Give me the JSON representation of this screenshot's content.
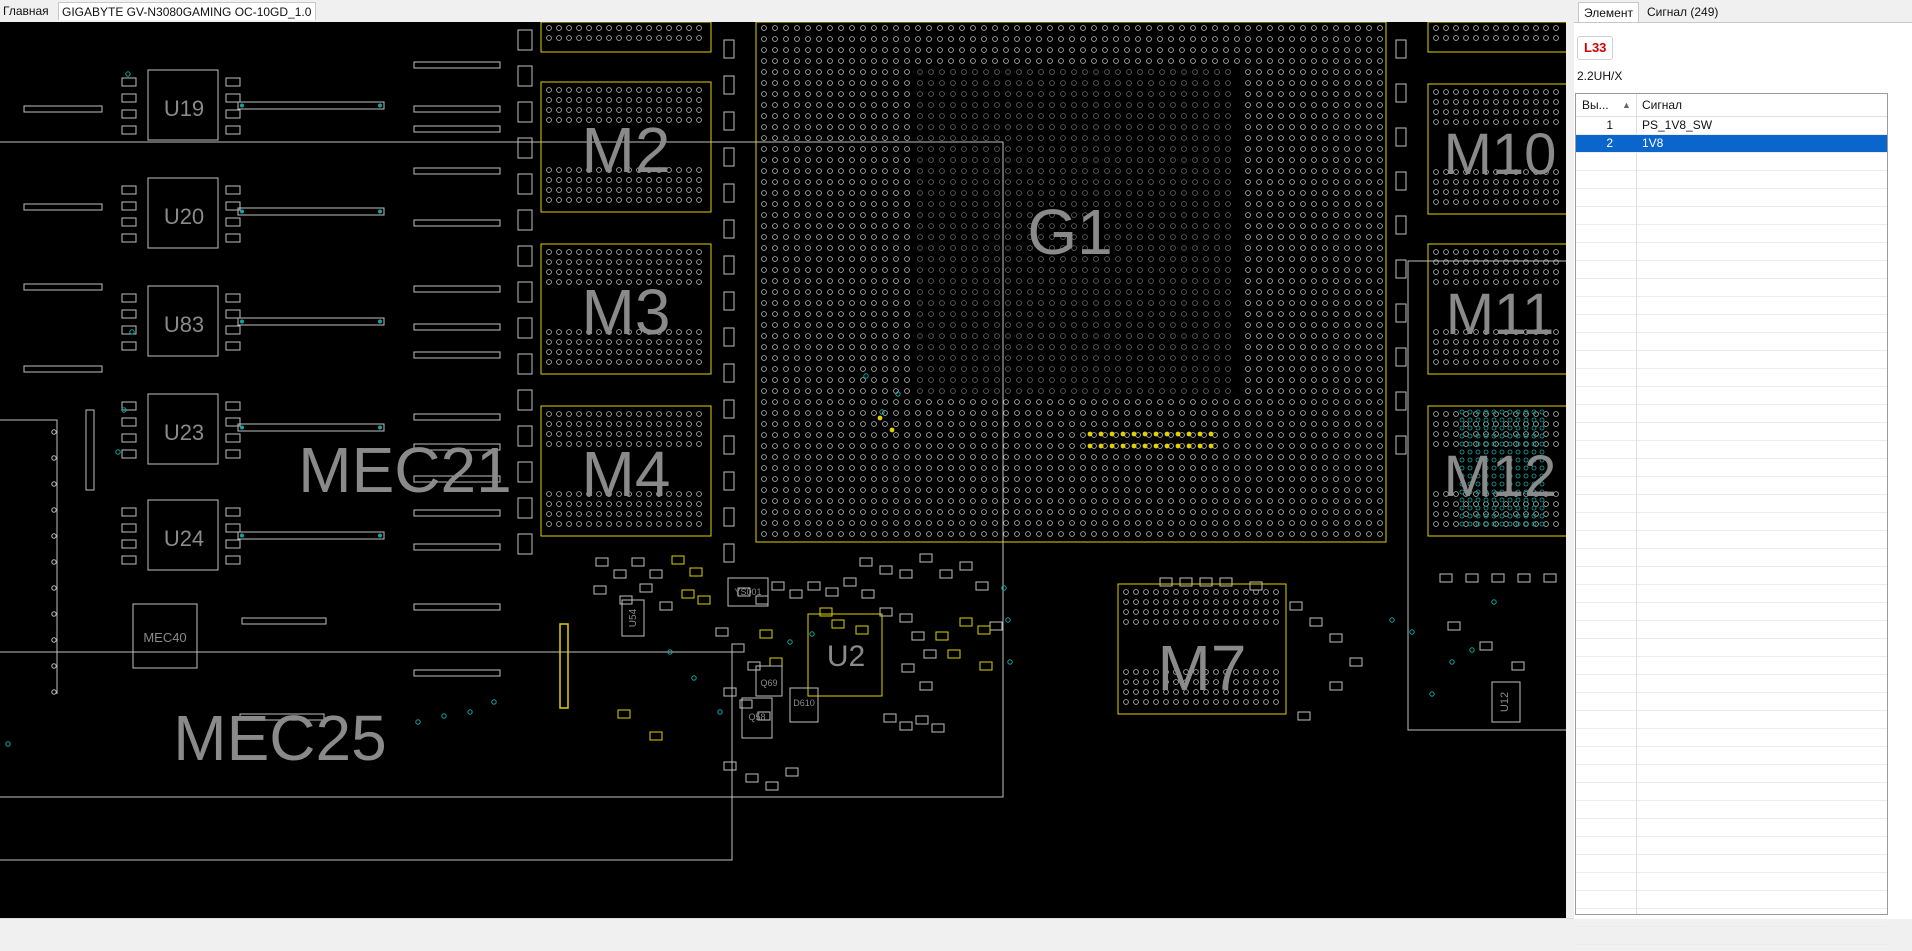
{
  "tabs": {
    "home": "Главная",
    "document": "GIGABYTE GV-N3080GAMING OC-10GD_1.0"
  },
  "board": {
    "colors": {
      "background": "#000000",
      "outline": "#bfbfbf",
      "highlight": "#e0d000",
      "label": "#8a8a8a",
      "via": "#14a3a3"
    },
    "labels": {
      "u19": "U19",
      "u20": "U20",
      "u83": "U83",
      "u23": "U23",
      "u24": "U24",
      "mec21": "MEC21",
      "mec25": "MEC25",
      "mec40": "MEC40",
      "m2": "M2",
      "m3": "M3",
      "m4": "M4",
      "m7": "M7",
      "m10": "M10",
      "m11": "M11",
      "m12": "M12",
      "g1": "G1",
      "u2": "U2",
      "u12": "U12",
      "u54": "U54",
      "ys001": "YS001",
      "q69": "Q69",
      "q58": "Q58",
      "d610": "D610"
    }
  },
  "panel": {
    "tab_element": "Элемент",
    "tab_signal": "Сигнал (249)",
    "refdes": "L33",
    "value": "2.2UH/X",
    "table": {
      "col_pin": "Вы...",
      "col_signal": "Сигнал",
      "rows": [
        {
          "pin": "1",
          "signal": "PS_1V8_SW",
          "selected": false
        },
        {
          "pin": "2",
          "signal": "1V8",
          "selected": true
        }
      ]
    }
  }
}
